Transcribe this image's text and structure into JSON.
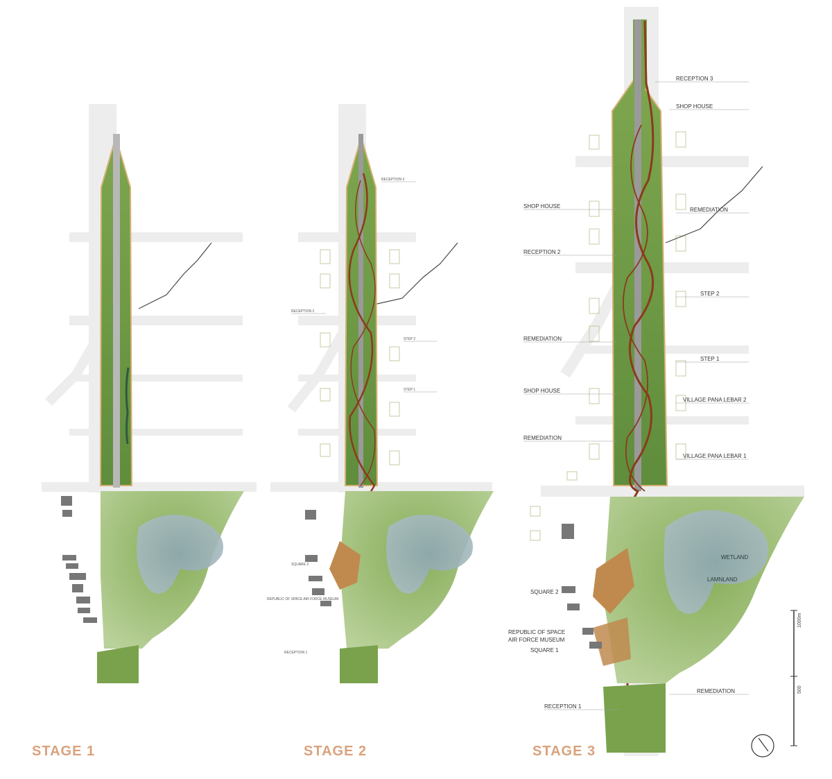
{
  "stages": [
    {
      "id": "s1",
      "title": "STAGE 1"
    },
    {
      "id": "s2",
      "title": "STAGE 2"
    },
    {
      "id": "s3",
      "title": "STAGE 3"
    }
  ],
  "stage2_labels": {
    "reception3": "RECEPTION 3",
    "reception2": "RECEPTION 2",
    "step2": "STEP 2",
    "step1": "STEP 1",
    "square2": "SQUARE 2",
    "museum": "REPUBLIC OF SPACE AIR FORCE MUSEUM",
    "reception1": "RECEPTION 1"
  },
  "stage3_labels": {
    "reception3": "RECEPTION 3",
    "shophouse_top": "SHOP HOUSE",
    "shophouse_left": "SHOP HOUSE",
    "remediation_right": "REMEDIATION",
    "reception2": "RECEPTION 2",
    "step2": "STEP 2",
    "remediation_left": "REMEDIATION",
    "step1": "STEP 1",
    "shophouse_mid": "SHOP HOUSE",
    "village2": "VILLAGE PANA LEBAR 2",
    "remediation_low": "REMEDIATION",
    "village1": "VILLAGE PANA LEBAR 1",
    "wetland": "WETLAND",
    "lamnland": "LAMNLAND",
    "square2": "SQUARE 2",
    "museum_line1": "REPUBLIC OF SPACE",
    "museum_line2": "AIR FORCE MUSEUM",
    "square1": "SQUARE 1",
    "remediation_bottom": "REMEDIATION",
    "reception1": "RECEPTION 1"
  },
  "scale_bar": {
    "upper": "1000m",
    "lower": "500"
  },
  "colors": {
    "stage_title": "#d9a27c",
    "park_green": "#6e9a45",
    "water": "#8fa5ad",
    "path_red": "#8a3b1c",
    "plaza": "#c08a4f",
    "road": "#ececec"
  }
}
